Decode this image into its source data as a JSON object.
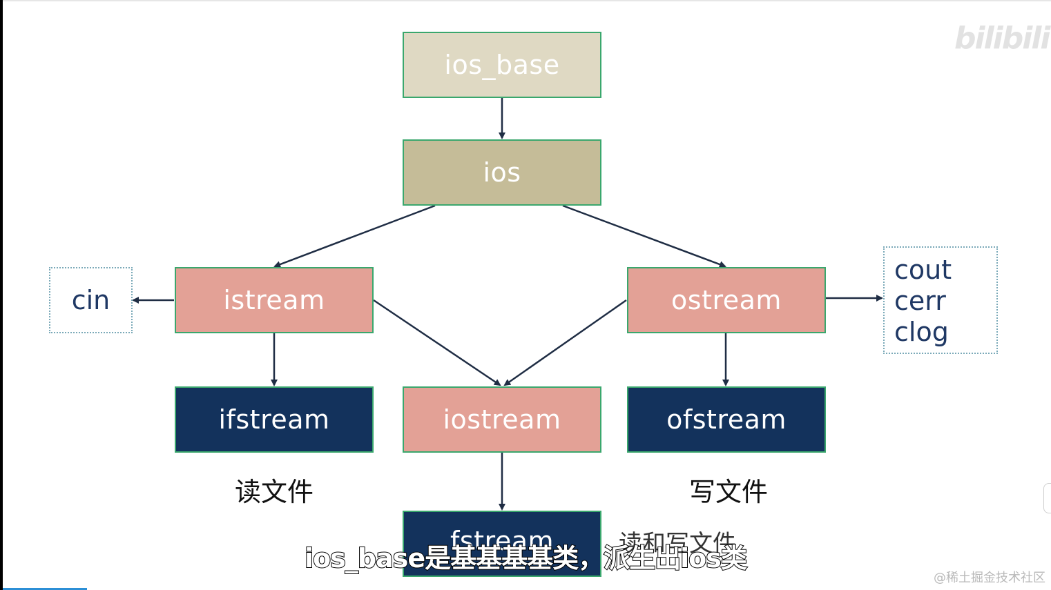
{
  "nodes": {
    "ios_base": "ios_base",
    "ios": "ios",
    "istream": "istream",
    "ostream": "ostream",
    "ifstream": "ifstream",
    "iostream": "iostream",
    "ofstream": "ofstream",
    "fstream": "fstream"
  },
  "instances": {
    "cin": "cin",
    "outputs": [
      "cout",
      "cerr",
      "clog"
    ]
  },
  "captions": {
    "read_file": "读文件",
    "write_file": "写文件",
    "read_write_file": "读和写文件"
  },
  "subtitle": "ios_base是基基基基类，派生出ios类",
  "logo": "bilibili",
  "watermark": "@稀土掘金技术社区",
  "colors": {
    "base": "#dfd9c3",
    "ios": "#c5bc98",
    "stream": "#e3a196",
    "file_stream": "#13325c",
    "border": "#3aa76d",
    "arrow": "#1f2d44"
  }
}
